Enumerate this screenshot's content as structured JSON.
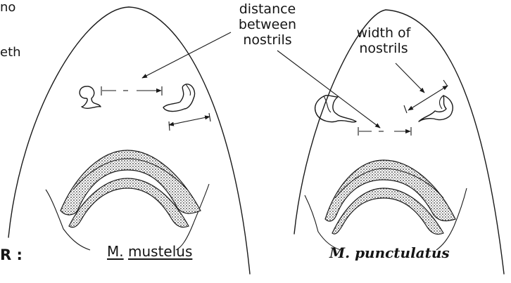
{
  "labels": {
    "distance_between_nostrils": [
      "distance",
      "between",
      "nostrils"
    ],
    "width_of_nostrils": [
      "width of",
      "nostrils"
    ]
  },
  "species": {
    "left_abbrev": "M.",
    "left_name": "mustelus",
    "right": "M. punctulatus"
  },
  "edge_fragments": {
    "top": "no",
    "middle": "eth",
    "bottom": "R :"
  }
}
